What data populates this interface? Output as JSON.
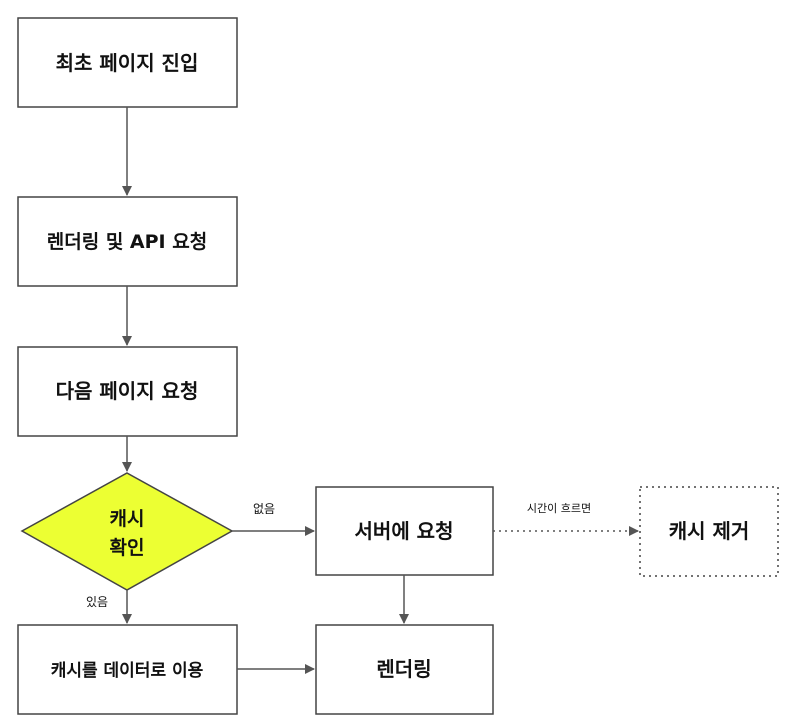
{
  "nodes": {
    "first_entry": "최초 페이지 진입",
    "render_api": "렌더링 및 API 요청",
    "next_page": "다음 페이지 요청",
    "cache_check_line1": "캐시",
    "cache_check_line2": "확인",
    "server_request": "서버에 요청",
    "cache_remove": "캐시 제거",
    "use_cache": "캐시를 데이터로 이용",
    "rendering": "렌더링"
  },
  "edges": {
    "none": "없음",
    "exists": "있음",
    "time_passes": "시간이 흐르면"
  },
  "colors": {
    "decision_fill": "#ecff33",
    "border": "#444444",
    "arrow": "#555555"
  }
}
